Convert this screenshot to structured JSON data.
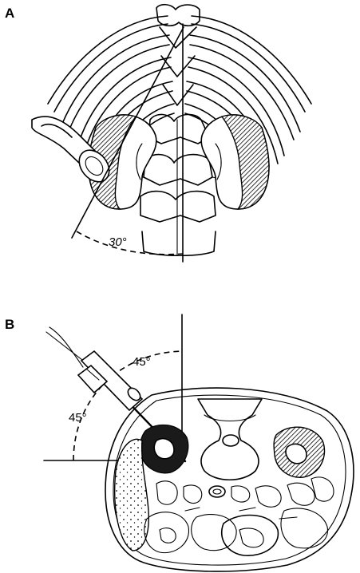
{
  "panels": [
    {
      "label": "A",
      "angle_label": "30°"
    },
    {
      "label": "B",
      "angle_label_top": "45°",
      "angle_label_left": "45°"
    }
  ]
}
